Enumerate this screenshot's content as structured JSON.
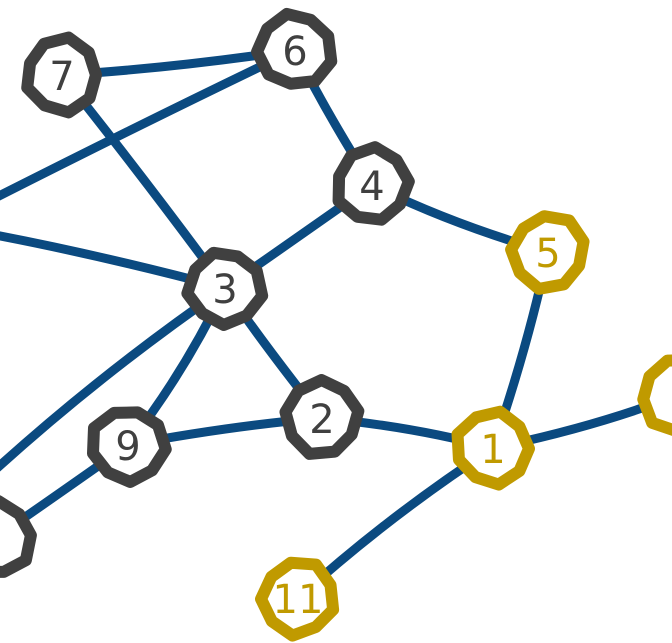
{
  "colors": {
    "edge": "#0B4A80",
    "node_default": "#404040",
    "node_highlight": "#C09A00",
    "node_fill": "#ffffff"
  },
  "nodes": [
    {
      "id": "7",
      "label": "7",
      "group": "default"
    },
    {
      "id": "6",
      "label": "6",
      "group": "default"
    },
    {
      "id": "4",
      "label": "4",
      "group": "default"
    },
    {
      "id": "3",
      "label": "3",
      "group": "default"
    },
    {
      "id": "2",
      "label": "2",
      "group": "default"
    },
    {
      "id": "9",
      "label": "9",
      "group": "default"
    },
    {
      "id": "5",
      "label": "5",
      "group": "highlight"
    },
    {
      "id": "1",
      "label": "1",
      "group": "highlight"
    },
    {
      "id": "11",
      "label": "11",
      "group": "highlight"
    },
    {
      "id": "partial-left",
      "label": "",
      "group": "default"
    },
    {
      "id": "partial-right",
      "label": "",
      "group": "highlight"
    }
  ],
  "edges": [
    [
      "7",
      "6"
    ],
    [
      "6",
      "offscreen-left-a"
    ],
    [
      "6",
      "4"
    ],
    [
      "7",
      "3"
    ],
    [
      "offscreen-left-b",
      "3"
    ],
    [
      "4",
      "3"
    ],
    [
      "4",
      "5"
    ],
    [
      "5",
      "1"
    ],
    [
      "3",
      "2"
    ],
    [
      "3",
      "9"
    ],
    [
      "3",
      "offscreen-left-c"
    ],
    [
      "9",
      "2"
    ],
    [
      "9",
      "partial-left"
    ],
    [
      "2",
      "1"
    ],
    [
      "1",
      "11"
    ],
    [
      "1",
      "partial-right"
    ]
  ]
}
